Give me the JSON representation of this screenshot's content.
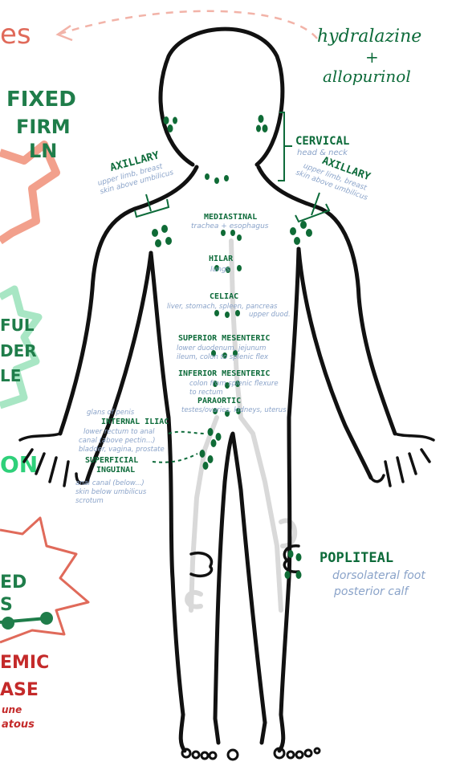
{
  "colors": {
    "outline": "#111111",
    "node": "#0f6b36",
    "label": "#0d6b3a",
    "sub": "#8aa3c9",
    "salmon": "#f2a08c",
    "mint": "#a8e6c4",
    "red": "#c42a2a",
    "ghost": "#d9d9d9"
  },
  "top_note": {
    "line1": "hydralazine",
    "line2": "+",
    "line3": "allopurinol"
  },
  "left_fragments": {
    "es": "es",
    "fixed": "FIXED",
    "firm": "FIRM",
    "ln": "LN",
    "ful": "FUL",
    "der": "DER",
    "le": "LE",
    "on": "ON",
    "ed": "ED",
    "s": "S",
    "emic": "EMIC",
    "ase": "ASE",
    "une": "une",
    "atous": "atous"
  },
  "regions": {
    "cervical": {
      "title": "CERVICAL",
      "sub": "head & neck"
    },
    "axillary_left": {
      "title": "AXILLARY",
      "sub1": "upper limb, breast",
      "sub2": "skin above umbilicus"
    },
    "axillary_right": {
      "title": "AXILLARY",
      "sub1": "upper limb, breast",
      "sub2": "skin above umbilicus"
    },
    "mediastinal": {
      "title": "MEDIASTINAL",
      "sub": "trachea + esophagus"
    },
    "hilar": {
      "title": "HILAR",
      "sub": "lungs"
    },
    "celiac": {
      "title": "CELIAC",
      "sub1": "liver, stomach, spleen, pancreas",
      "sub2": "upper duod."
    },
    "superior_mesenteric": {
      "title": "SUPERIOR MESENTERIC",
      "sub1": "lower duodenum, jejunum",
      "sub2": "ileum, colon to splenic flex"
    },
    "inferior_mesenteric": {
      "title": "INFERIOR MESENTERIC",
      "sub1": "colon from splenic flexure",
      "sub2": "to rectum"
    },
    "paraortic": {
      "title": "PARAORTIC",
      "sub": "testes/ovaries, kidneys, uterus"
    },
    "internal_iliac": {
      "title": "INTERNAL ILIAC",
      "pre": "glans of penis",
      "sub1": "lower rectum to anal",
      "sub2": "canal (above pectin...)",
      "sub3": "bladder, vagina, prostate"
    },
    "superficial_inguinal": {
      "title1": "SUPERFICIAL",
      "title2": "INGUINAL",
      "sub1": "anal canal (below...)",
      "sub2": "skin below umbilicus",
      "sub3": "scrotum"
    },
    "popliteal": {
      "title": "POPLITEAL",
      "sub1": "dorsolateral foot",
      "sub2": "posterior calf"
    }
  }
}
